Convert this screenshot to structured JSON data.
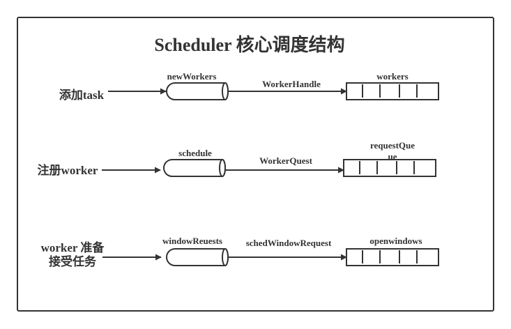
{
  "title": "Scheduler 核心调度结构",
  "colors": {
    "line": "#333333",
    "frame": "#333333",
    "background": "#ffffff"
  },
  "rows": [
    {
      "label_lines": [
        "添加task"
      ],
      "channel": "newWorkers",
      "edge": "WorkerHandle",
      "queue_lines": [
        "workers"
      ]
    },
    {
      "label_lines": [
        "注册worker"
      ],
      "channel": "schedule",
      "edge": "WorkerQuest",
      "queue_lines": [
        "requestQue",
        "ue"
      ]
    },
    {
      "label_lines": [
        "worker 准备",
        "接受任务"
      ],
      "channel": "windowReuests",
      "edge": "schedWindowRequest",
      "queue_lines": [
        "openwindows"
      ]
    }
  ]
}
